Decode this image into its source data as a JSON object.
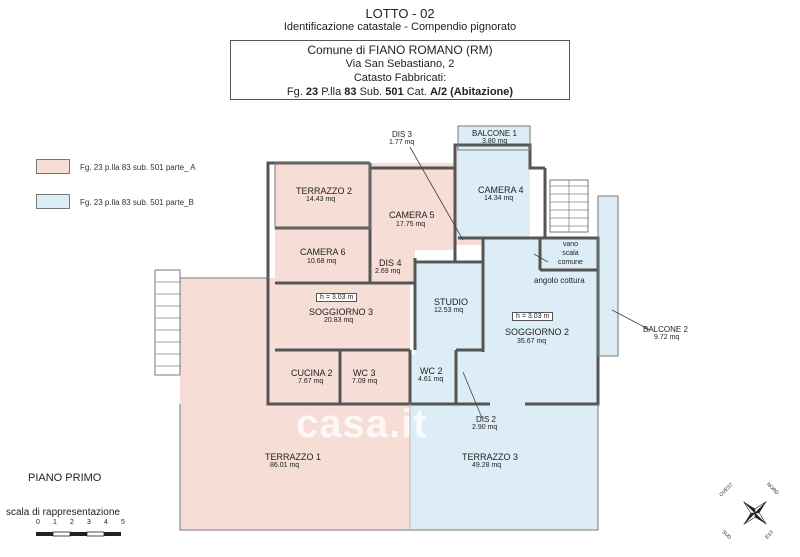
{
  "header": {
    "lotto": "LOTTO - 02",
    "subtitle": "Identificazione catastale - Compendio pignorato"
  },
  "cadastral": {
    "comune": "Comune di FIANO ROMANO (RM)",
    "via": "Via San Sebastiano, 2",
    "catasto": "Catasto Fabbricati:",
    "fg_label": "Fg.",
    "fg": "23",
    "plla_label": "P.lla",
    "plla": "83",
    "sub_label": "Sub.",
    "sub": "501",
    "cat_label": "Cat.",
    "cat": "A/2 (Abitazione)"
  },
  "legend": [
    {
      "label": "Fg. 23  p.lla 83 sub. 501 parte_ A",
      "color": "#f6ddd6"
    },
    {
      "label": "Fg. 23  p.lla 83 sub. 501 parte_B",
      "color": "#ddedf7"
    }
  ],
  "colors": {
    "part_a": "#f6ddd6",
    "part_b": "#ddedf7",
    "wall": "#555555"
  },
  "rooms": [
    {
      "id": "terrazzo2",
      "name": "TERRAZZO 2",
      "area": "14.43 mq"
    },
    {
      "id": "camera6",
      "name": "CAMERA 6",
      "area": "10.68 mq"
    },
    {
      "id": "dis4",
      "name": "DIS 4",
      "area": "2.69 mq"
    },
    {
      "id": "camera5",
      "name": "CAMERA 5",
      "area": "17.75 mq"
    },
    {
      "id": "dis3",
      "name": "DIS 3",
      "area": "1.77 mq"
    },
    {
      "id": "balcone1",
      "name": "BALCONE 1",
      "area": "3.80 mq"
    },
    {
      "id": "camera4",
      "name": "CAMERA 4",
      "area": "14.34 mq"
    },
    {
      "id": "soggiorno3",
      "name": "SOGGIORNO 3",
      "area": "20.83 mq"
    },
    {
      "id": "studio",
      "name": "STUDIO",
      "area": "12.53 mq"
    },
    {
      "id": "soggiorno2",
      "name": "SOGGIORNO 2",
      "area": "35.67 mq"
    },
    {
      "id": "cucina2",
      "name": "CUCINA 2",
      "area": "7.67 mq"
    },
    {
      "id": "wc3",
      "name": "WC 3",
      "area": "7.09 mq"
    },
    {
      "id": "wc2",
      "name": "WC 2",
      "area": "4.61 mq"
    },
    {
      "id": "dis2",
      "name": "DIS 2",
      "area": "2.90 mq"
    },
    {
      "id": "balcone2",
      "name": "BALCONE 2",
      "area": "9.72 mq"
    },
    {
      "id": "terrazzo1",
      "name": "TERRAZZO 1",
      "area": "86.01 mq"
    },
    {
      "id": "terrazzo3",
      "name": "TERRAZZO 3",
      "area": "49.28 mq"
    }
  ],
  "labels": {
    "height_a": "h = 3.03 m",
    "height_b": "h = 3.03 m",
    "angolo_cottura": "angolo cottura",
    "vano_scala": [
      "vano",
      "scala",
      "comune"
    ],
    "floor": "PIANO PRIMO",
    "scale_title": "scala di rappresentazione",
    "scale_ticks": [
      "0",
      "1",
      "2",
      "3",
      "4",
      "5"
    ],
    "watermark": "casa.it"
  },
  "compass": {
    "n": "NORD",
    "e": "EST",
    "s": "SUD",
    "w": "OVEST"
  }
}
